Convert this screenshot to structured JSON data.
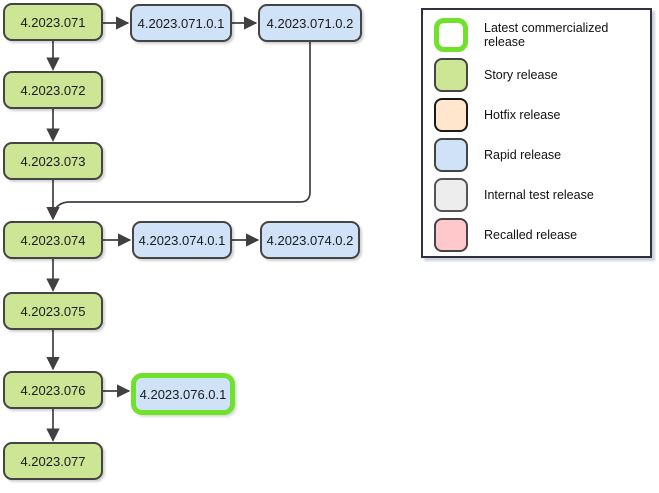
{
  "diagram": {
    "nodes": {
      "v071": {
        "label": "4.2023.071",
        "type": "story"
      },
      "v071_0_1": {
        "label": "4.2023.071.0.1",
        "type": "rapid"
      },
      "v071_0_2": {
        "label": "4.2023.071.0.2",
        "type": "rapid"
      },
      "v072": {
        "label": "4.2023.072",
        "type": "story"
      },
      "v073": {
        "label": "4.2023.073",
        "type": "story"
      },
      "v074": {
        "label": "4.2023.074",
        "type": "story"
      },
      "v074_0_1": {
        "label": "4.2023.074.0.1",
        "type": "rapid"
      },
      "v074_0_2": {
        "label": "4.2023.074.0.2",
        "type": "rapid"
      },
      "v075": {
        "label": "4.2023.075",
        "type": "story"
      },
      "v076": {
        "label": "4.2023.076",
        "type": "story"
      },
      "v076_0_1": {
        "label": "4.2023.076.0.1",
        "type": "rapid",
        "highlight": "latest-commercialized-release"
      },
      "v077": {
        "label": "4.2023.077",
        "type": "story"
      }
    },
    "edges": [
      {
        "from": "4.2023.071",
        "to": "4.2023.072"
      },
      {
        "from": "4.2023.071",
        "to": "4.2023.071.0.1"
      },
      {
        "from": "4.2023.071.0.1",
        "to": "4.2023.071.0.2"
      },
      {
        "from": "4.2023.071.0.2",
        "to": "4.2023.074"
      },
      {
        "from": "4.2023.072",
        "to": "4.2023.073"
      },
      {
        "from": "4.2023.073",
        "to": "4.2023.074"
      },
      {
        "from": "4.2023.074",
        "to": "4.2023.074.0.1"
      },
      {
        "from": "4.2023.074.0.1",
        "to": "4.2023.074.0.2"
      },
      {
        "from": "4.2023.074",
        "to": "4.2023.075"
      },
      {
        "from": "4.2023.075",
        "to": "4.2023.076"
      },
      {
        "from": "4.2023.076",
        "to": "4.2023.076.0.1"
      },
      {
        "from": "4.2023.076",
        "to": "4.2023.077"
      }
    ]
  },
  "legend": {
    "items": [
      {
        "label": "Latest commercialized release",
        "swatch": "latest"
      },
      {
        "label": "Story release",
        "swatch": "story"
      },
      {
        "label": "Hotfix release",
        "swatch": "hotfix"
      },
      {
        "label": "Rapid release",
        "swatch": "rapid"
      },
      {
        "label": "Internal test release",
        "swatch": "internal"
      },
      {
        "label": "Recalled release",
        "swatch": "recalled"
      }
    ]
  },
  "colors": {
    "story_fill": "#cce695",
    "rapid_fill": "#cfe2f7",
    "hotfix_fill": "#ffe6cc",
    "internal_test_fill": "#ededed",
    "recalled_fill": "#ffc9cc",
    "latest_commercialized_border": "#70e22c",
    "node_border": "#444444",
    "edge_stroke": "#404040"
  }
}
